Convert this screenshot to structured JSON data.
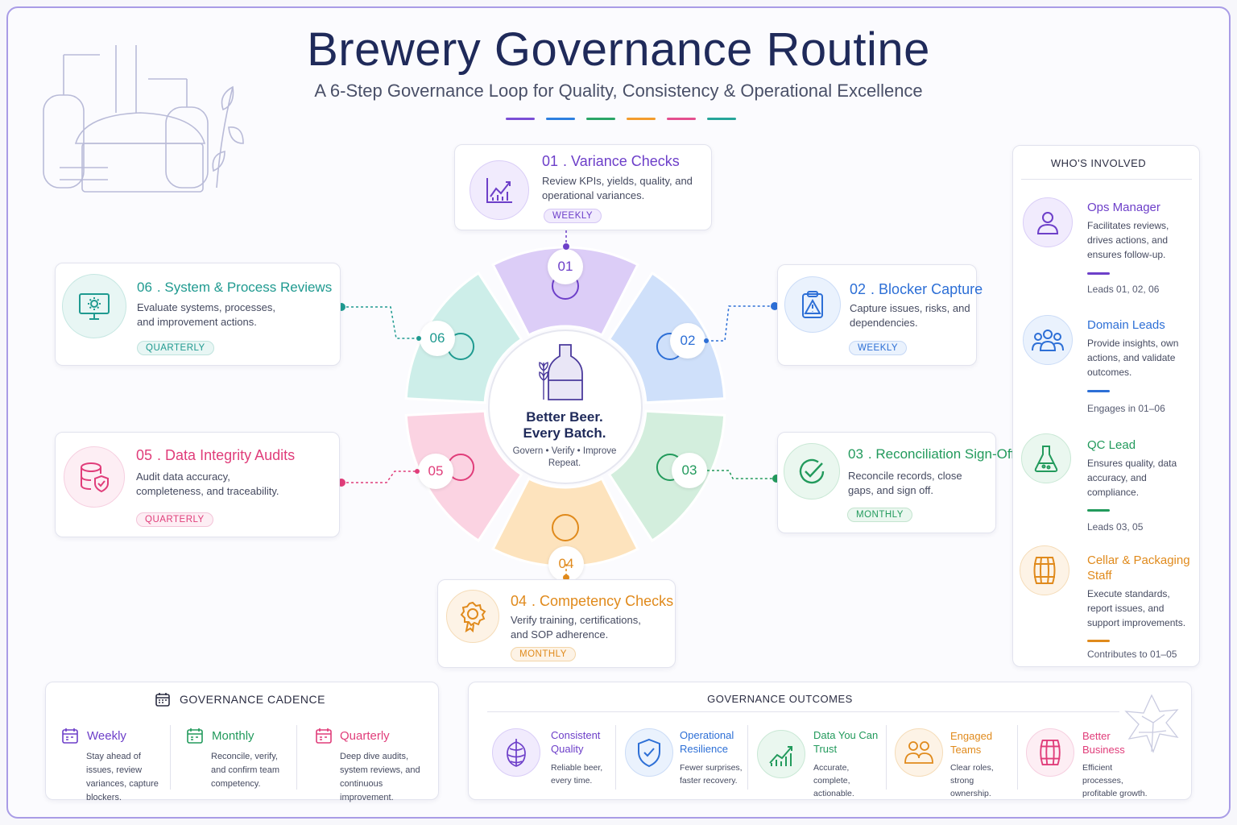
{
  "header": {
    "title": "Brewery Governance Routine",
    "subtitle": "A 6-Step Governance Loop for Quality, Consistency & Operational Excellence",
    "dash_colors": [
      "#7b4fd6",
      "#2d7fe0",
      "#2aa567",
      "#f39c2d",
      "#e44f8f",
      "#26a59a"
    ]
  },
  "center": {
    "line1": "Better Beer.",
    "line2": "Every Batch.",
    "tagline": "Govern • Verify • Improve Repeat."
  },
  "steps": [
    {
      "num": "01",
      "title": "Variance Checks",
      "desc": "Review KPIs, yields, quality, and operational variances.",
      "badge": "WEEKLY",
      "color": "#6d3fc9",
      "icon": "chart-trend-icon"
    },
    {
      "num": "02",
      "title": "Blocker Capture",
      "desc": "Capture issues, risks, and dependencies.",
      "badge": "WEEKLY",
      "color": "#2d6fd6",
      "icon": "clipboard-warning-icon"
    },
    {
      "num": "03",
      "title": "Reconciliation Sign-Off",
      "desc": "Reconcile records, close gaps, and sign off.",
      "badge": "MONTHLY",
      "color": "#229a5c",
      "icon": "check-circle-icon"
    },
    {
      "num": "04",
      "title": "Competency Checks",
      "desc": "Verify training, certifications, and SOP adherence.",
      "badge": "MONTHLY",
      "color": "#e08a1c",
      "icon": "award-icon"
    },
    {
      "num": "05",
      "title": "Data Integrity Audits",
      "desc": "Audit data accuracy, completeness, and traceability.",
      "badge": "QUARTERLY",
      "color": "#e03d7a",
      "icon": "database-shield-icon"
    },
    {
      "num": "06",
      "title": "System & Process Reviews",
      "desc": "Evaluate systems, processes, and improvement actions.",
      "badge": "QUARTERLY",
      "color": "#1f9a90",
      "icon": "monitor-gear-icon"
    }
  ],
  "who": {
    "heading": "WHO'S INVOLVED",
    "people": [
      {
        "name": "Ops Manager",
        "desc": "Facilitates reviews, drives actions, and ensures follow-up.",
        "note": "Leads 01, 02, 06",
        "color": "#6d3fc9",
        "icon": "user-icon"
      },
      {
        "name": "Domain Leads",
        "desc": "Provide insights, own actions, and validate outcomes.",
        "note": "Engages in 01–06",
        "color": "#2d6fd6",
        "icon": "users-group-icon"
      },
      {
        "name": "QC Lead",
        "desc": "Ensures quality, data accuracy, and compliance.",
        "note": "Leads 03, 05",
        "color": "#229a5c",
        "icon": "flask-icon"
      },
      {
        "name": "Cellar & Packaging Staff",
        "desc": "Execute standards, report issues, and support improvements.",
        "note": "Contributes to 01–05",
        "color": "#e08a1c",
        "icon": "barrel-icon"
      }
    ]
  },
  "cadence": {
    "heading": "GOVERNANCE CADENCE",
    "items": [
      {
        "title": "Weekly",
        "desc": "Stay ahead of issues, review variances, capture blockers.",
        "color": "#6d3fc9"
      },
      {
        "title": "Monthly",
        "desc": "Reconcile, verify, and confirm team competency.",
        "color": "#229a5c"
      },
      {
        "title": "Quarterly",
        "desc": "Deep dive audits, system reviews, and continuous improvement.",
        "color": "#e03d7a"
      }
    ]
  },
  "outcomes": {
    "heading": "GOVERNANCE OUTCOMES",
    "items": [
      {
        "title": "Consistent Quality",
        "desc": "Reliable beer, every time.",
        "color": "#6d3fc9",
        "icon": "hop-icon"
      },
      {
        "title": "Operational Resilience",
        "desc": "Fewer surprises, faster recovery.",
        "color": "#2d6fd6",
        "icon": "shield-check-icon"
      },
      {
        "title": "Data You Can Trust",
        "desc": "Accurate, complete, actionable.",
        "color": "#229a5c",
        "icon": "bar-chart-icon"
      },
      {
        "title": "Engaged Teams",
        "desc": "Clear roles, strong ownership.",
        "color": "#e08a1c",
        "icon": "team-icon"
      },
      {
        "title": "Better Business",
        "desc": "Efficient processes, profitable growth.",
        "color": "#e03d7a",
        "icon": "barrel-icon"
      }
    ]
  }
}
